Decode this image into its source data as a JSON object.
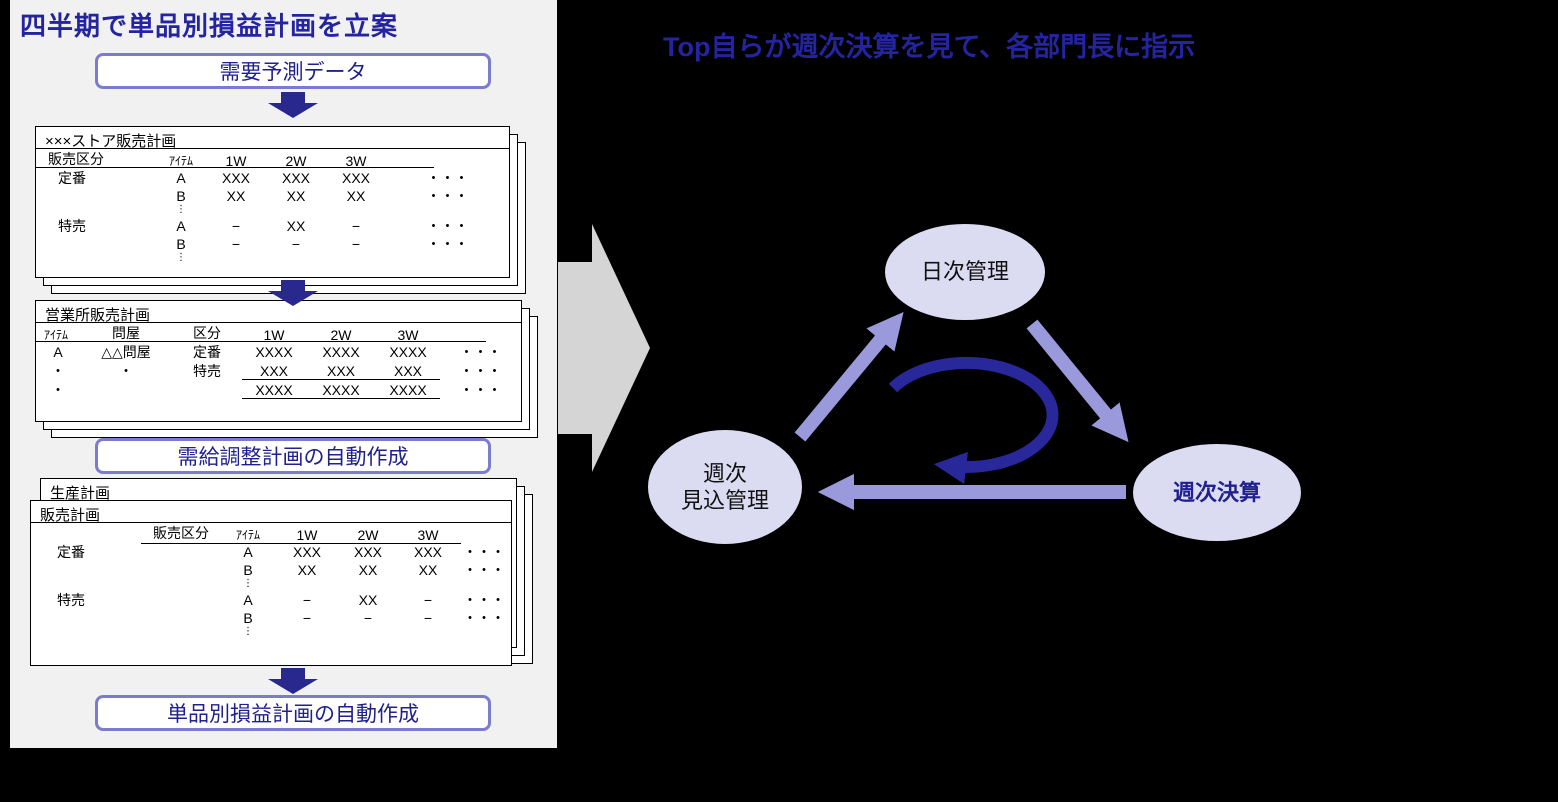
{
  "colors": {
    "navy": "#2424A0",
    "arrow_navy": "#28288F",
    "box_border": "#7C7CCE",
    "purple_arrow": "#9999DB",
    "ellipse_fill": "#DBDBF2",
    "panel_bg": "#F1F1F1",
    "page_bg": "#000000",
    "gray_arrow": "#D5D5D5"
  },
  "left_panel": {
    "title": "四半期で単品別損益計画を立案",
    "demand_box_label": "需要予測データ",
    "adjust_box_label": "需給調整計画の自動作成",
    "profit_box_label": "単品別損益計画の自動作成",
    "vdots": "⋮",
    "store_table": {
      "title": "×××ストア販売計画",
      "headers": [
        "販売区分",
        "ｱｲﾃﾑ",
        "1W",
        "2W",
        "3W"
      ],
      "rows": [
        [
          "定番",
          "A",
          "XXX",
          "XXX",
          "XXX",
          "・・・"
        ],
        [
          "",
          "B",
          "XX",
          "XX",
          "XX",
          "・・・"
        ],
        [
          "特売",
          "A",
          "−",
          "XX",
          "−",
          "・・・"
        ],
        [
          "",
          "B",
          "−",
          "−",
          "−",
          "・・・"
        ]
      ]
    },
    "office_table": {
      "title": "営業所販売計画",
      "headers": [
        "ｱｲﾃﾑ",
        "問屋",
        "区分",
        "1W",
        "2W",
        "3W"
      ],
      "rows": [
        [
          "A",
          "△△問屋",
          "定番",
          "XXXX",
          "XXXX",
          "XXXX",
          "・・・"
        ],
        [
          "・",
          "・",
          "特売",
          "XXX",
          "XXX",
          "XXX",
          "・・・"
        ],
        [
          "・",
          "",
          "",
          "XXXX",
          "XXXX",
          "XXXX",
          "・・・"
        ]
      ]
    },
    "production_sheet_title": "生産計画",
    "plan_table": {
      "title": "販売計画",
      "headers": [
        "販売区分",
        "ｱｲﾃﾑ",
        "1W",
        "2W",
        "3W"
      ],
      "rows": [
        [
          "定番",
          "A",
          "XXX",
          "XXX",
          "XXX",
          "・・・"
        ],
        [
          "",
          "B",
          "XX",
          "XX",
          "XX",
          "・・・"
        ],
        [
          "特売",
          "A",
          "−",
          "XX",
          "−",
          "・・・"
        ],
        [
          "",
          "B",
          "−",
          "−",
          "−",
          "・・・"
        ]
      ]
    }
  },
  "right_panel": {
    "title": "Top自らが週次決算を見て、各部門長に指示",
    "node_daily": "日次管理",
    "node_weekly_forecast_line1": "週次",
    "node_weekly_forecast_line2": "見込管理",
    "node_weekly_close": "週次決算"
  }
}
